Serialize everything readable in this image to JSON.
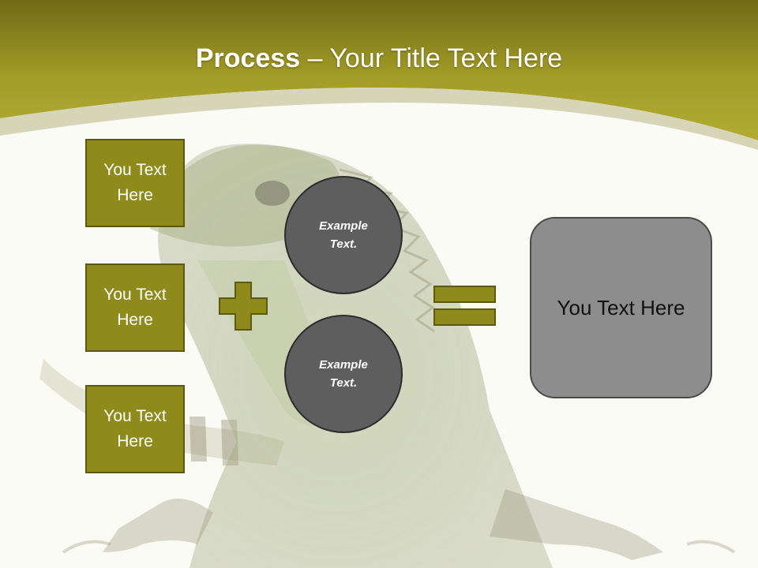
{
  "title": {
    "strong": "Process",
    "dash": " – ",
    "rest": "Your Title Text Here"
  },
  "boxes": [
    {
      "label": "You Text Here"
    },
    {
      "label": "You Text Here"
    },
    {
      "label": "You Text Here"
    }
  ],
  "circles": [
    {
      "label": "Example Text."
    },
    {
      "label": "Example Text."
    }
  ],
  "result": {
    "label": "You Text Here"
  },
  "colors": {
    "header": "#a9a22a",
    "box": "#8e8a1c",
    "circle": "#5e5e5e",
    "result": "#8d8d8d",
    "background": "#fbfbf5"
  },
  "background_image": {
    "subject": "iguana"
  }
}
